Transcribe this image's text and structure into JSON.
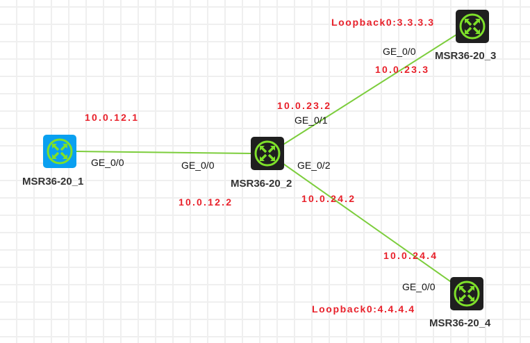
{
  "colors": {
    "link": "#7ccd3c",
    "ip": "#e8202a",
    "icon_bg": "#1f1f1f",
    "icon_selected_bg": "#0aa0f0",
    "icon_symbol": "#7ee02a"
  },
  "devices": [
    {
      "name": "MSR36-20_1",
      "icon": "router-icon",
      "selected": true
    },
    {
      "name": "MSR36-20_2",
      "icon": "router-icon",
      "selected": false
    },
    {
      "name": "MSR36-20_3",
      "icon": "router-icon",
      "selected": false
    },
    {
      "name": "MSR36-20_4",
      "icon": "router-icon",
      "selected": false
    }
  ],
  "ports": {
    "r1_g00": "GE_0/0",
    "r2_g00": "GE_0/0",
    "r2_g01": "GE_0/1",
    "r2_g02": "GE_0/2",
    "r3_g00": "GE_0/0",
    "r4_g00": "GE_0/0"
  },
  "ips": {
    "r1_g00": "10.0.12.1",
    "r2_g00": "10.0.12.2",
    "r2_g01": "10.0.23.2",
    "r2_g02": "10.0.24.2",
    "r3_g00": "10.0.23.3",
    "r4_g00": "10.0.24.4",
    "r3_loopback": "Loopback0:3.3.3.3",
    "r4_loopback": "Loopback0:4.4.4.4"
  }
}
